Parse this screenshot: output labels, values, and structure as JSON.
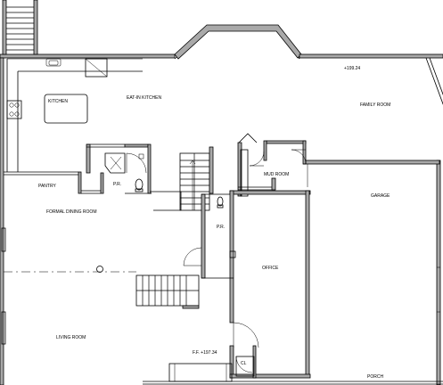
{
  "rooms": {
    "eat_in_kitchen": "EAT-IN KITCHEN",
    "kitchen": "KITCHEN",
    "family_room": "FAMILY ROOM",
    "pantry": "PANTRY",
    "pr_upper": "P.R.",
    "pr_middle": "P.R.",
    "mud_room": "MUD ROOM",
    "garage": "GARAGE",
    "formal_dining_room": "FORMAL DINING ROOM",
    "office": "OFFICE",
    "living_room": "LIVING ROOM",
    "closet": "CL",
    "porch": "PORCH"
  },
  "elevations": {
    "upper": "+199.24",
    "lower": "F.F. +197.34"
  }
}
